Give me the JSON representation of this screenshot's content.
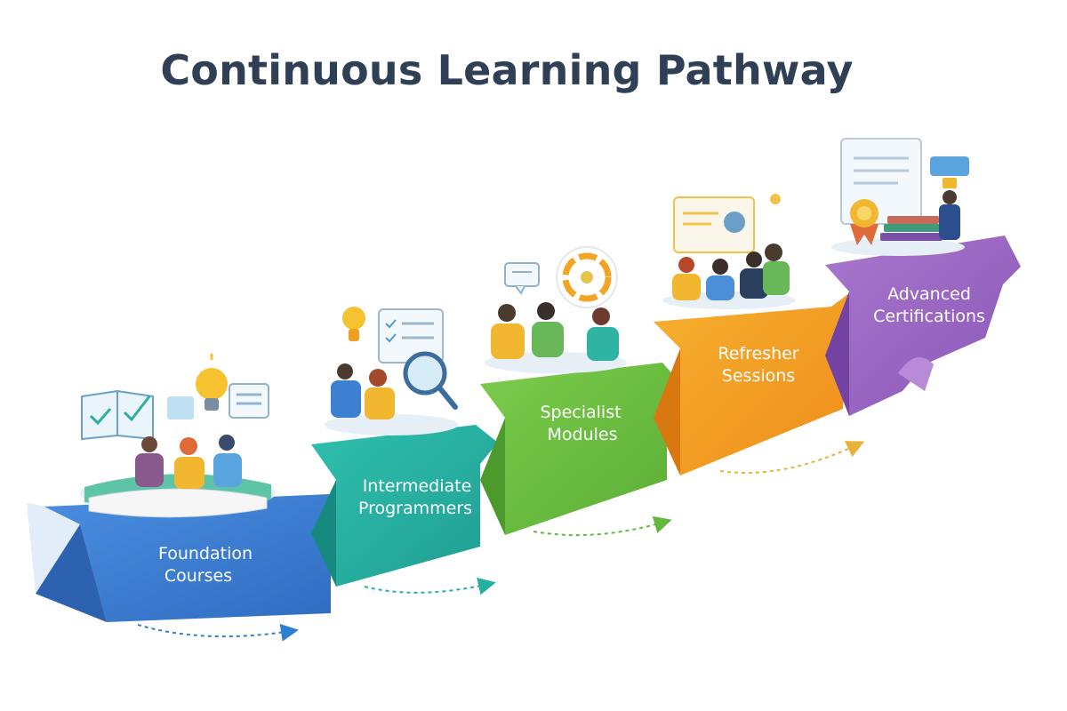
{
  "title": "Continuous Learning Pathway",
  "steps": [
    {
      "line1": "Foundation",
      "line2": "Courses",
      "color": "#3f7fd3",
      "icons": [
        "open-book-icon",
        "lightbulb-icon",
        "checklist-icon",
        "people-group-icon"
      ]
    },
    {
      "line1": "Intermediate",
      "line2": "Programmers",
      "color": "#27b3a3",
      "icons": [
        "lightbulb-icon",
        "checklist-icon",
        "magnifier-icon",
        "people-group-icon"
      ]
    },
    {
      "line1": "Specialist",
      "line2": "Modules",
      "color": "#6fc043",
      "icons": [
        "chat-bubble-icon",
        "target-chart-icon",
        "people-group-icon"
      ]
    },
    {
      "line1": "Refresher",
      "line2": "Sessions",
      "color": "#f3a425",
      "icons": [
        "presentation-board-icon",
        "people-group-icon"
      ]
    },
    {
      "line1": "Advanced",
      "line2": "Certifications",
      "color": "#9c67c4",
      "icons": [
        "certificate-icon",
        "award-ribbon-icon",
        "trophy-person-icon",
        "books-icon"
      ]
    }
  ]
}
